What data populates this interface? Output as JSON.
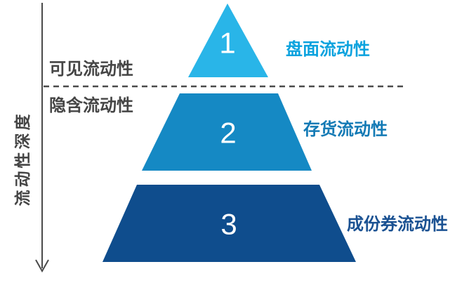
{
  "diagram": {
    "type": "pyramid",
    "depth_axis": {
      "label": "流动性深度",
      "section_top_label": "可见流动性",
      "section_bottom_label": "隐含流动性"
    },
    "tiers": [
      {
        "number": "1",
        "label": "盘面流动性",
        "fill": "#29B5E8",
        "label_color": "#0AA2DE"
      },
      {
        "number": "2",
        "label": "存货流动性",
        "fill": "#1589C4",
        "label_color": "#137AB5"
      },
      {
        "number": "3",
        "label": "成份券流动性",
        "fill": "#0F4D8D",
        "label_color": "#1A5192"
      }
    ],
    "colors": {
      "axis": "#4A4A4A",
      "text_gray": "#454545",
      "number_text": "#FFFFFF",
      "background": "#FFFFFF"
    }
  }
}
